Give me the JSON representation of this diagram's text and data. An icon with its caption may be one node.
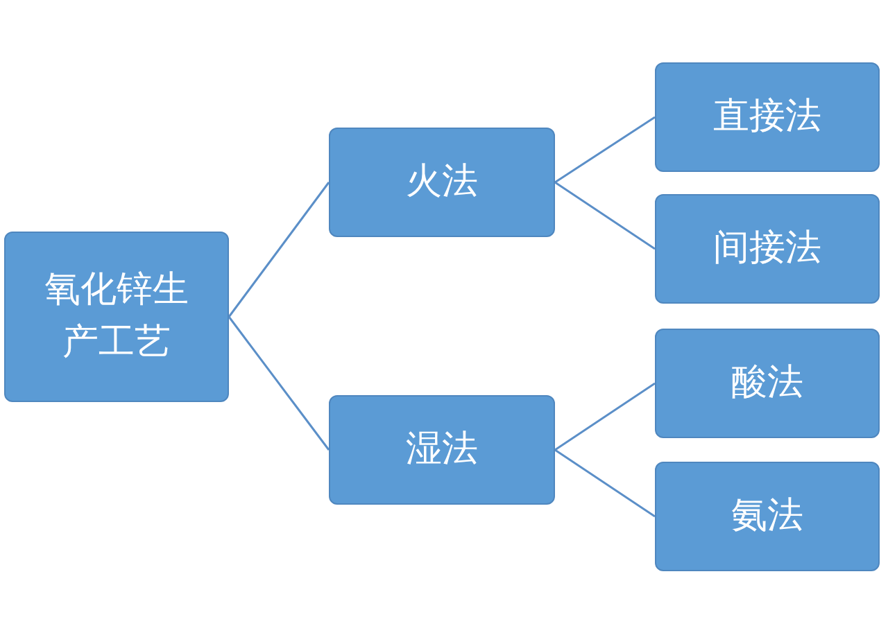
{
  "diagram": {
    "nodes": [
      {
        "text": [
          "氧化锌生产工艺"
        ]
      },
      {
        "text": [
          "火法"
        ]
      },
      {
        "text": [
          "湿法"
        ]
      },
      {
        "text": [
          "直接法"
        ]
      },
      {
        "text": [
          "间接法"
        ]
      },
      {
        "text": [
          "酸法"
        ]
      },
      {
        "text": [
          "氨法"
        ]
      }
    ],
    "edges": [
      {
        "from": 0,
        "to": 1,
        "arrow": "none"
      },
      {
        "from": 0,
        "to": 2,
        "arrow": "none"
      },
      {
        "from": 1,
        "to": 3,
        "arrow": "none"
      },
      {
        "from": 1,
        "to": 4,
        "arrow": "none"
      },
      {
        "from": 2,
        "to": 5,
        "arrow": "none"
      },
      {
        "from": 2,
        "to": 6,
        "arrow": "none"
      }
    ]
  }
}
